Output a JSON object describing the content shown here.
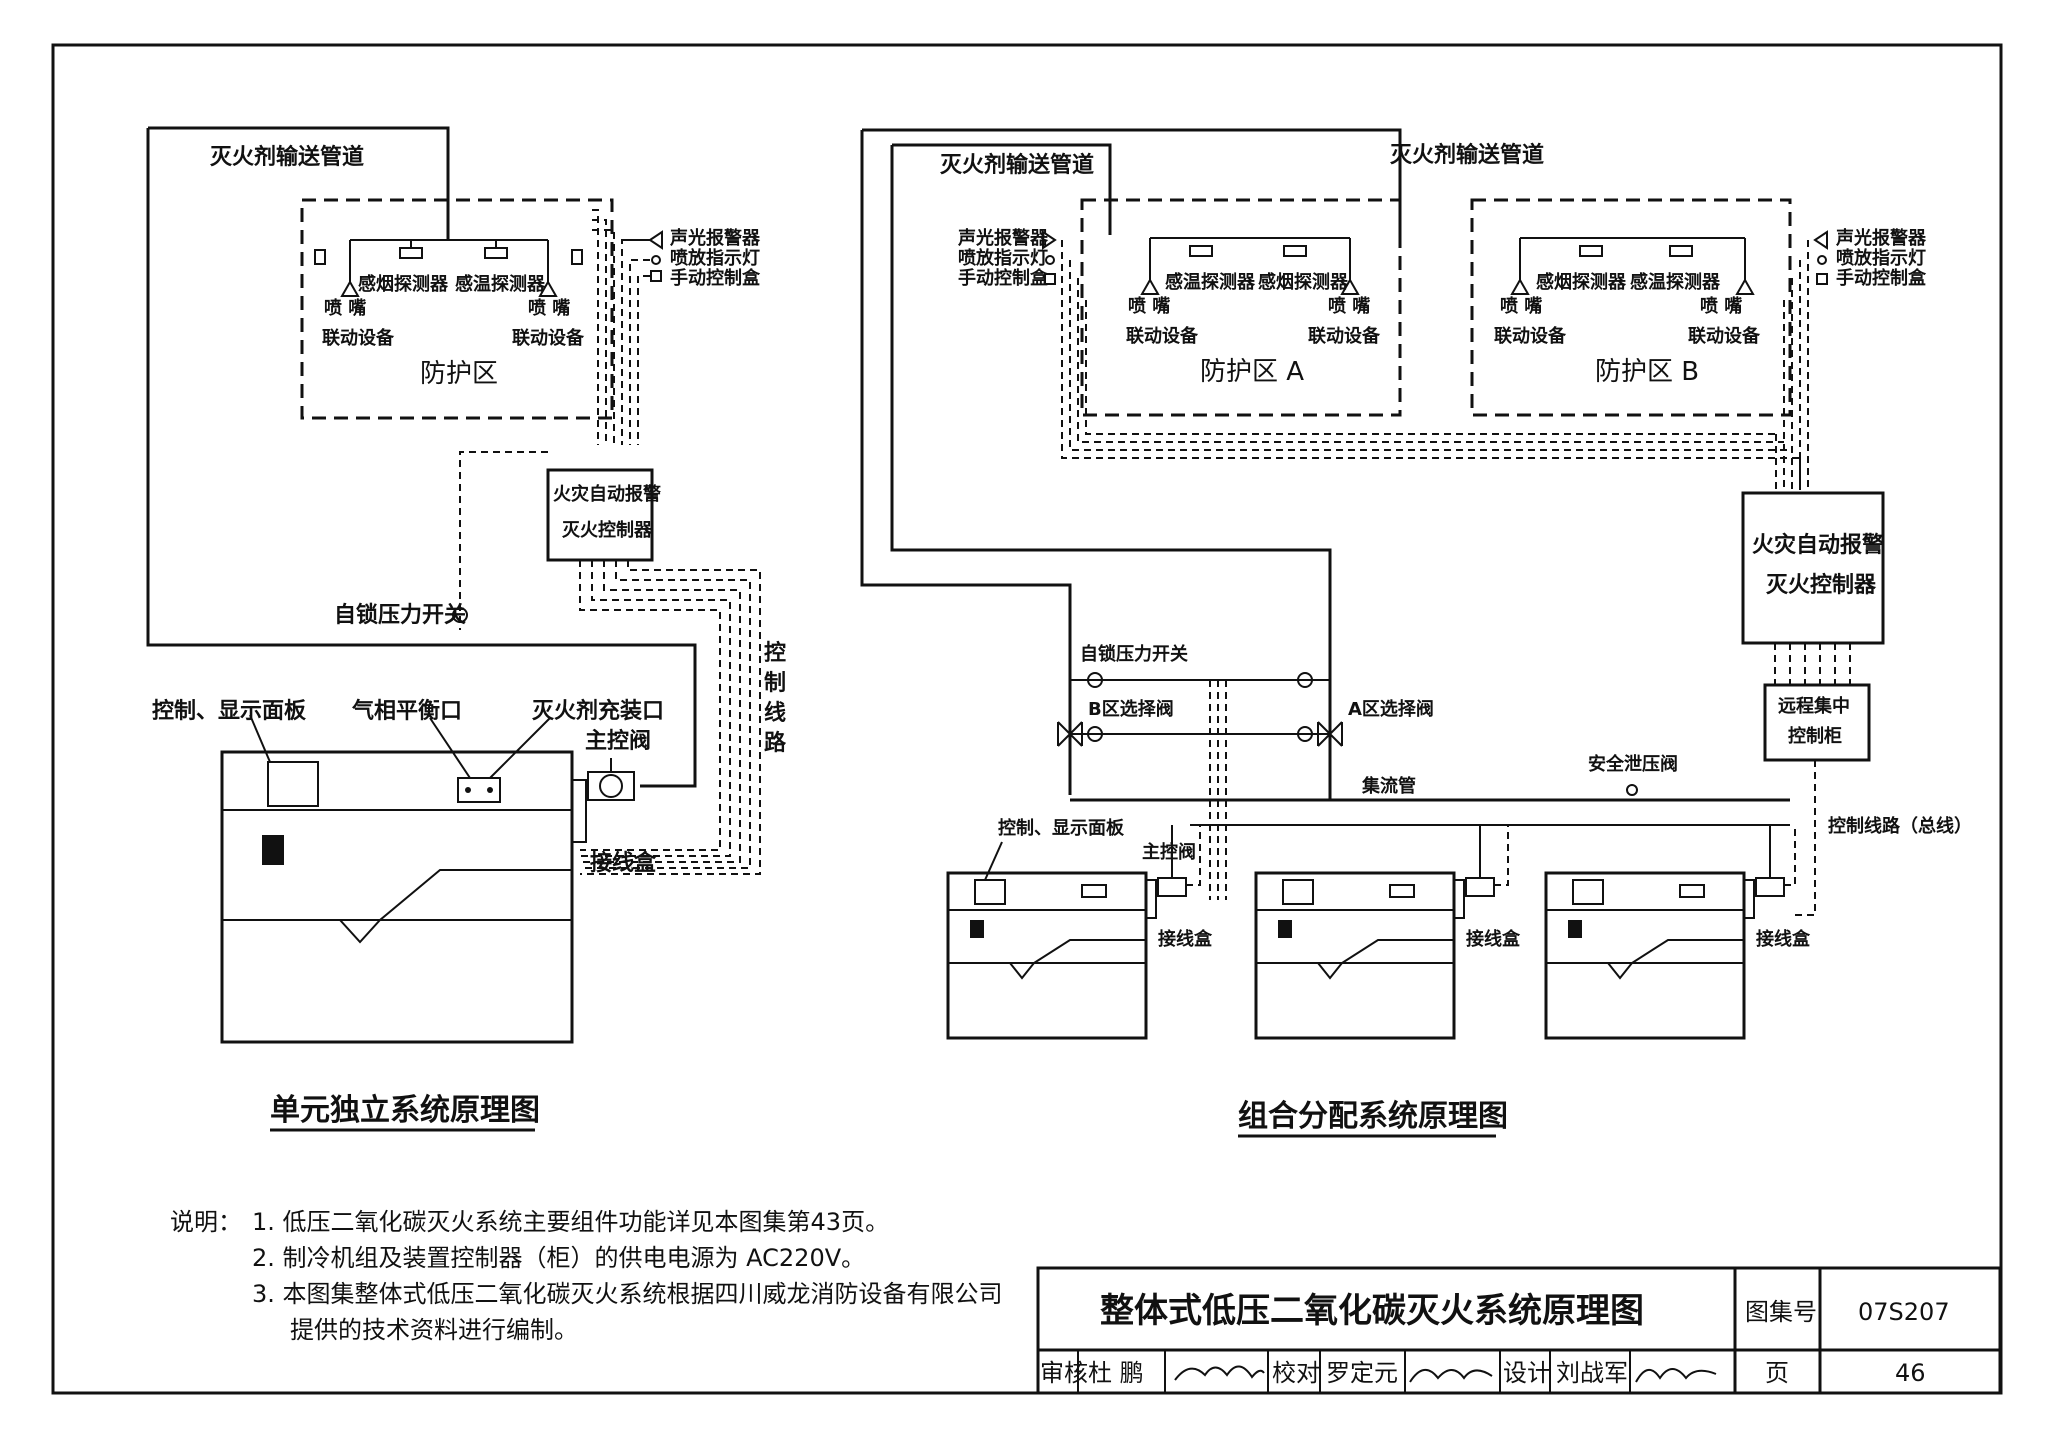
{
  "left": {
    "pipe": "灭火剂输送管道",
    "alarm": "声光报警器",
    "indicator": "喷放指示灯",
    "manual": "手动控制盒",
    "smoke": "感烟探测器",
    "heat": "感温探测器",
    "nozzle": "喷   嘴",
    "linkage": "联动设备",
    "zone": "防护区",
    "controller1": "火灾自动报警",
    "controller2": "灭火控制器",
    "pressure_switch": "自锁压力开关",
    "panel": "控制、显示面板",
    "balance": "气相平衡口",
    "fill": "灭火剂充装口",
    "main_valve": "主控阀",
    "junction": "接线盒",
    "ctrl_line": "控制线路",
    "caption": "单元独立系统原理图"
  },
  "right": {
    "pipe": "灭火剂输送管道",
    "alarm": "声光报警器",
    "indicator": "喷放指示灯",
    "manual": "手动控制盒",
    "smoke": "感烟探测器",
    "heat": "感温探测器",
    "nozzle": "喷   嘴",
    "linkage": "联动设备",
    "zone_a": "防护区  A",
    "zone_b": "防护区  B",
    "controller1": "火灾自动报警",
    "controller2": "灭火控制器",
    "pressure_switch": "自锁压力开关",
    "valve_b": "B区选择阀",
    "valve_a": "A区选择阀",
    "manifold": "集流管",
    "relief": "安全泄压阀",
    "remote1": "远程集中",
    "remote2": "控制柜",
    "bus": "控制线路（总线）",
    "panel": "控制、显示面板",
    "main_valve": "主控阀",
    "junction": "接线盒",
    "caption": "组合分配系统原理图"
  },
  "notes": {
    "head": "说明：",
    "n1": "1.  低压二氧化碳灭火系统主要组件功能详见本图集第43页。",
    "n2": "2.  制冷机组及装置控制器（柜）的供电电源为  AC220V。",
    "n3a": "3.  本图集整体式低压二氧化碳灭火系统根据四川威龙消防设备有限公司",
    "n3b": "提供的技术资料进行编制。"
  },
  "titleblock": {
    "title": "整体式低压二氧化碳灭火系统原理图",
    "atlas_label": "图集号",
    "atlas_no": "07S207",
    "review": "审核",
    "reviewer": "杜  鹏",
    "check": "校对",
    "checker": "罗定元",
    "design": "设计",
    "designer": "刘战军",
    "page_label": "页",
    "page_no": "46"
  }
}
